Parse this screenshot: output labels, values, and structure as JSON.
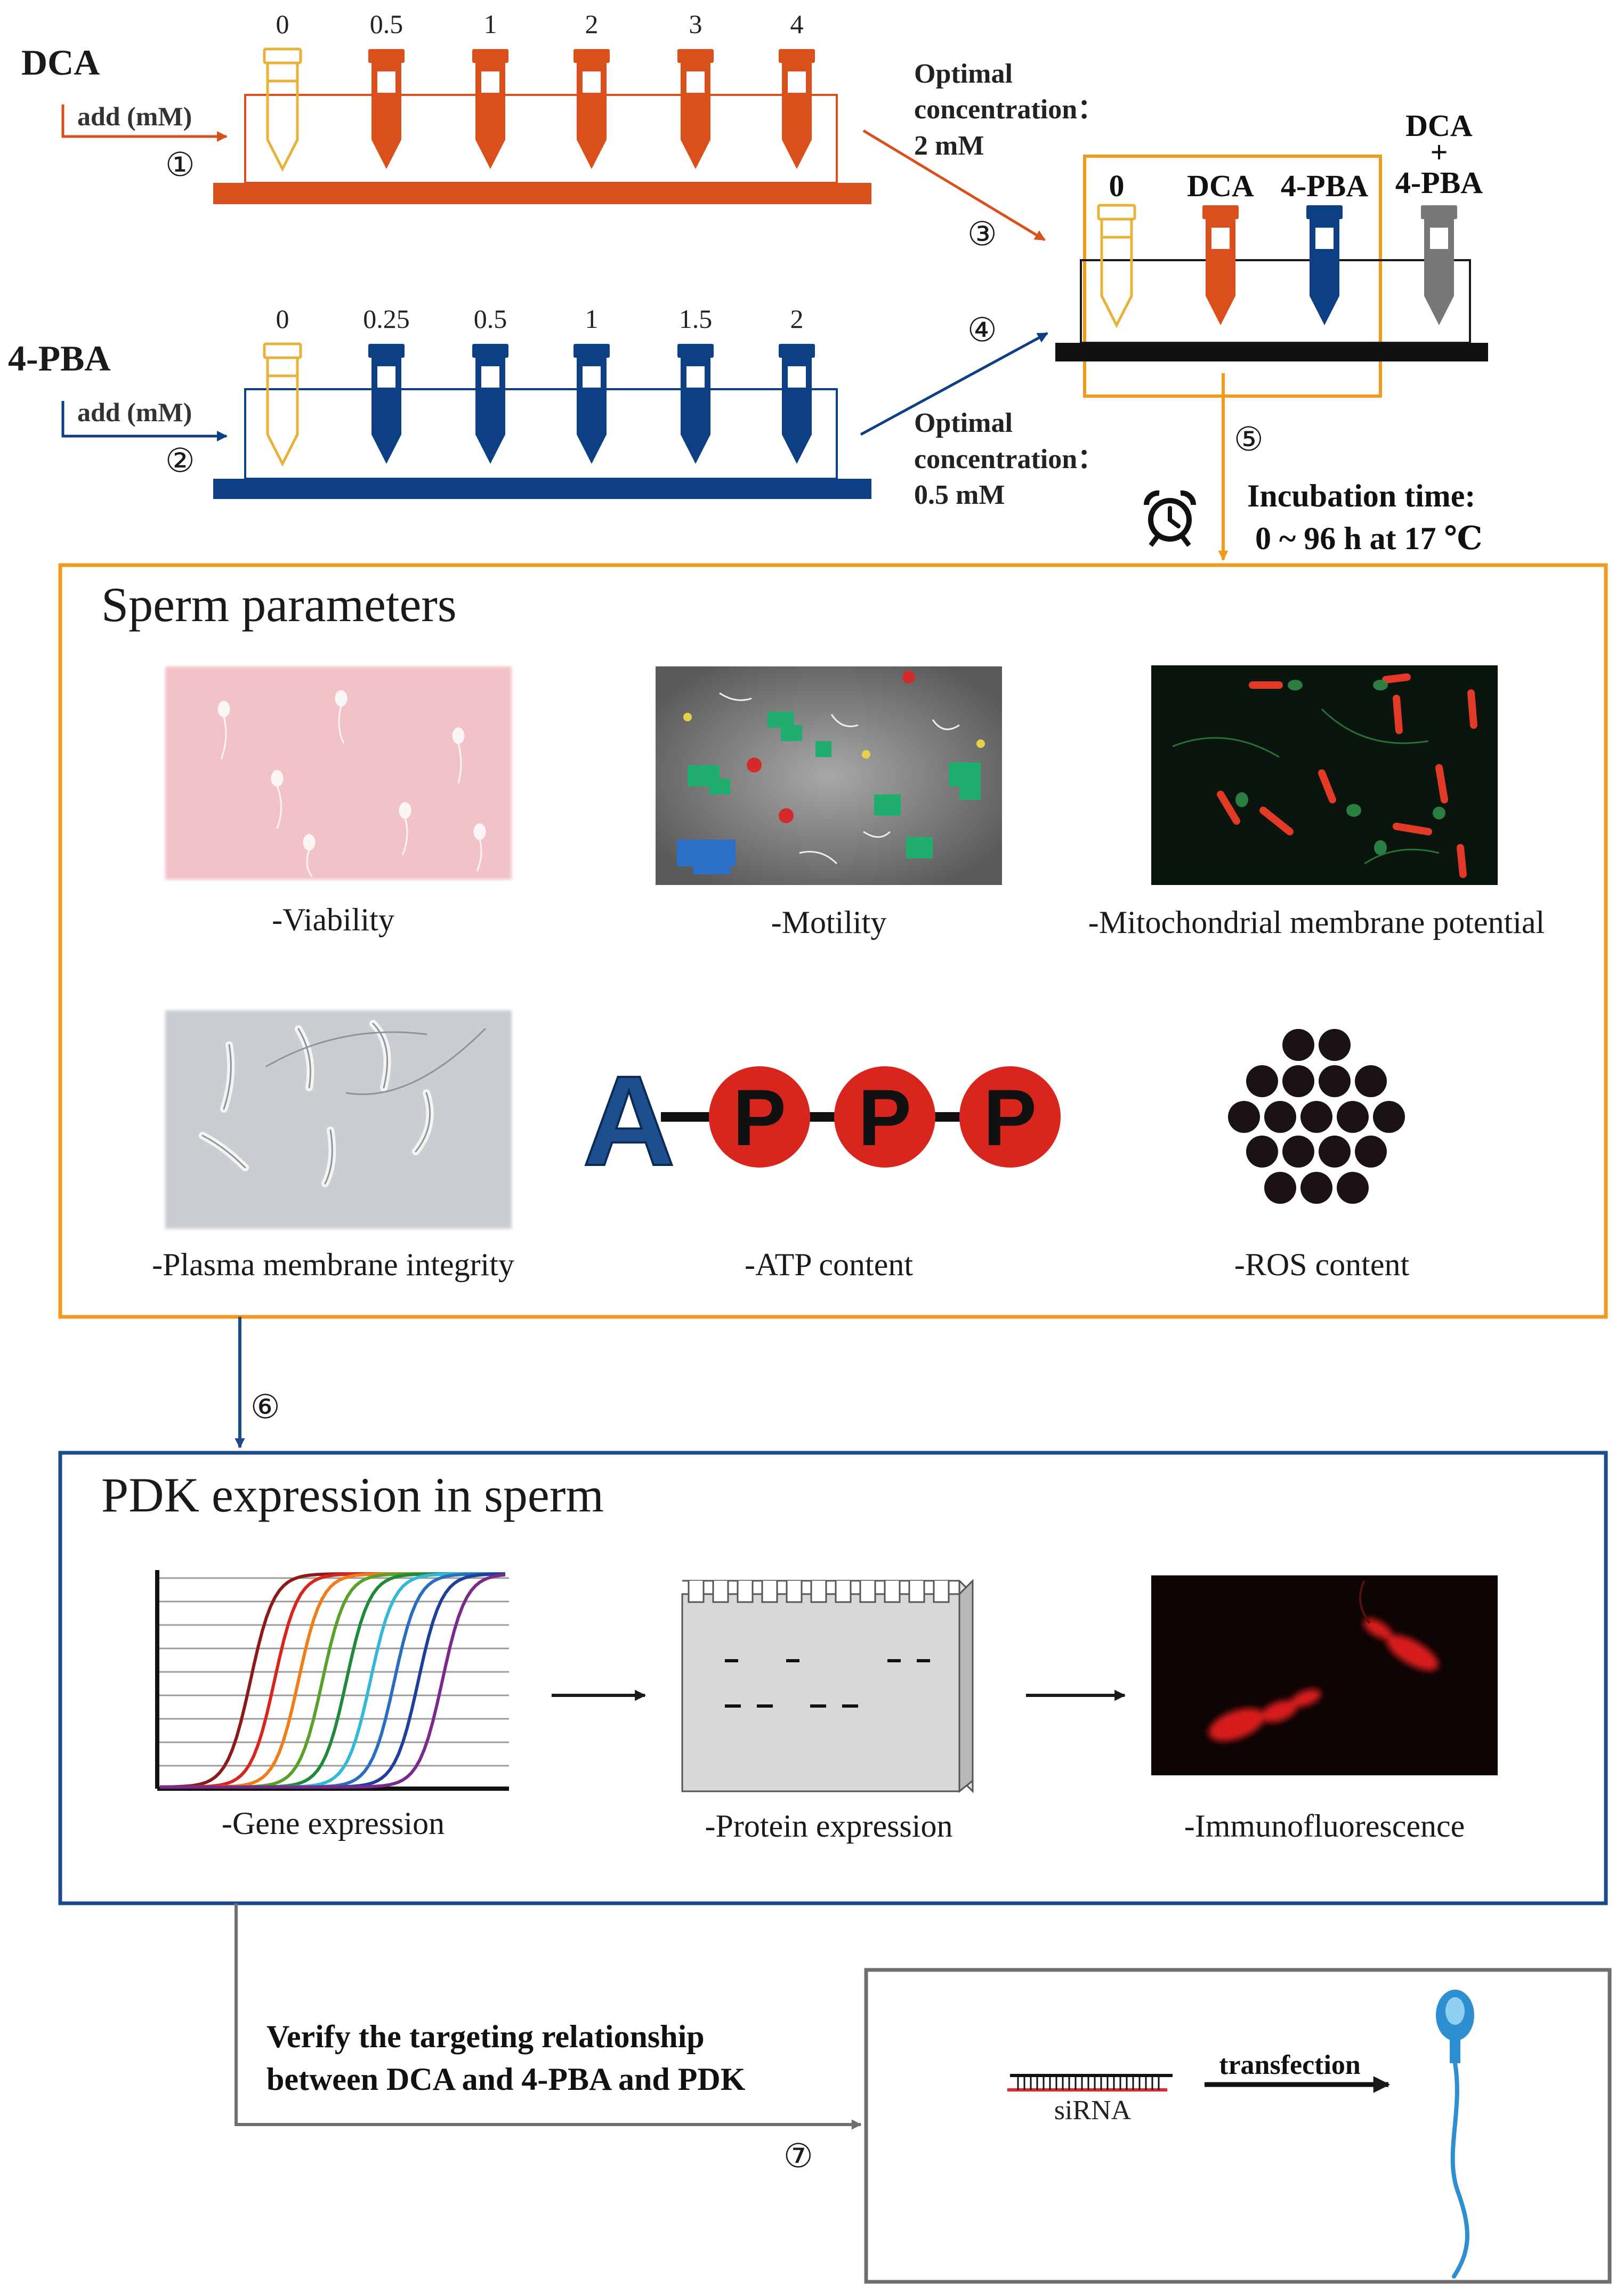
{
  "colors": {
    "orange": "#d9501c",
    "blue": "#0d3f85",
    "yellow": "#e8b13a",
    "gray": "#777777",
    "panel_orange": "#f29a1e",
    "panel_blue": "#1c4b8c",
    "panel_gray": "#6f6f6f",
    "red": "#d8261f",
    "black": "#1a1a1a"
  },
  "dca_rack": {
    "label": "DCA",
    "add": "add (mM)",
    "step": "①",
    "concentrations": [
      "0",
      "0.5",
      "1",
      "2",
      "3",
      "4"
    ]
  },
  "pba_rack": {
    "label": "4-PBA",
    "add": "add (mM)",
    "step": "②",
    "concentrations": [
      "0",
      "0.25",
      "0.5",
      "1",
      "1.5",
      "2"
    ]
  },
  "dca_optimal": {
    "line1": "Optimal",
    "line2": "concentration：",
    "line3": "2 mM"
  },
  "pba_optimal": {
    "line1": "Optimal",
    "line2": "concentration：",
    "line3": "0.5 mM"
  },
  "combo_rack": {
    "step3": "③",
    "step4": "④",
    "tubes": [
      "0",
      "DCA",
      "4-PBA"
    ],
    "combo_line1": "DCA",
    "combo_plus": "+",
    "combo_line2": "4-PBA"
  },
  "incubation": {
    "step": "⑤",
    "line1": "Incubation time:",
    "line2": "0 ~ 96 h at 17 ℃",
    "icon": "alarm-clock-icon"
  },
  "sperm_panel": {
    "title": "Sperm parameters",
    "items": [
      "-Viability",
      "-Motility",
      "-Mitochondrial membrane potential",
      "-Plasma membrane integrity",
      "-ATP content",
      "-ROS content"
    ],
    "atp_letters": [
      "A",
      "P",
      "P",
      "P"
    ]
  },
  "step6": "⑥",
  "pdk_panel": {
    "title": "PDK expression in sperm",
    "items": [
      "-Gene expression",
      "-Protein expression",
      "-Immunofluorescence"
    ]
  },
  "verify": {
    "line1": "Verify the targeting relationship",
    "line2": "between DCA and 4-PBA and PDK",
    "step": "⑦"
  },
  "transfection": {
    "sirna": "siRNA",
    "arrow_label": "transfection"
  }
}
